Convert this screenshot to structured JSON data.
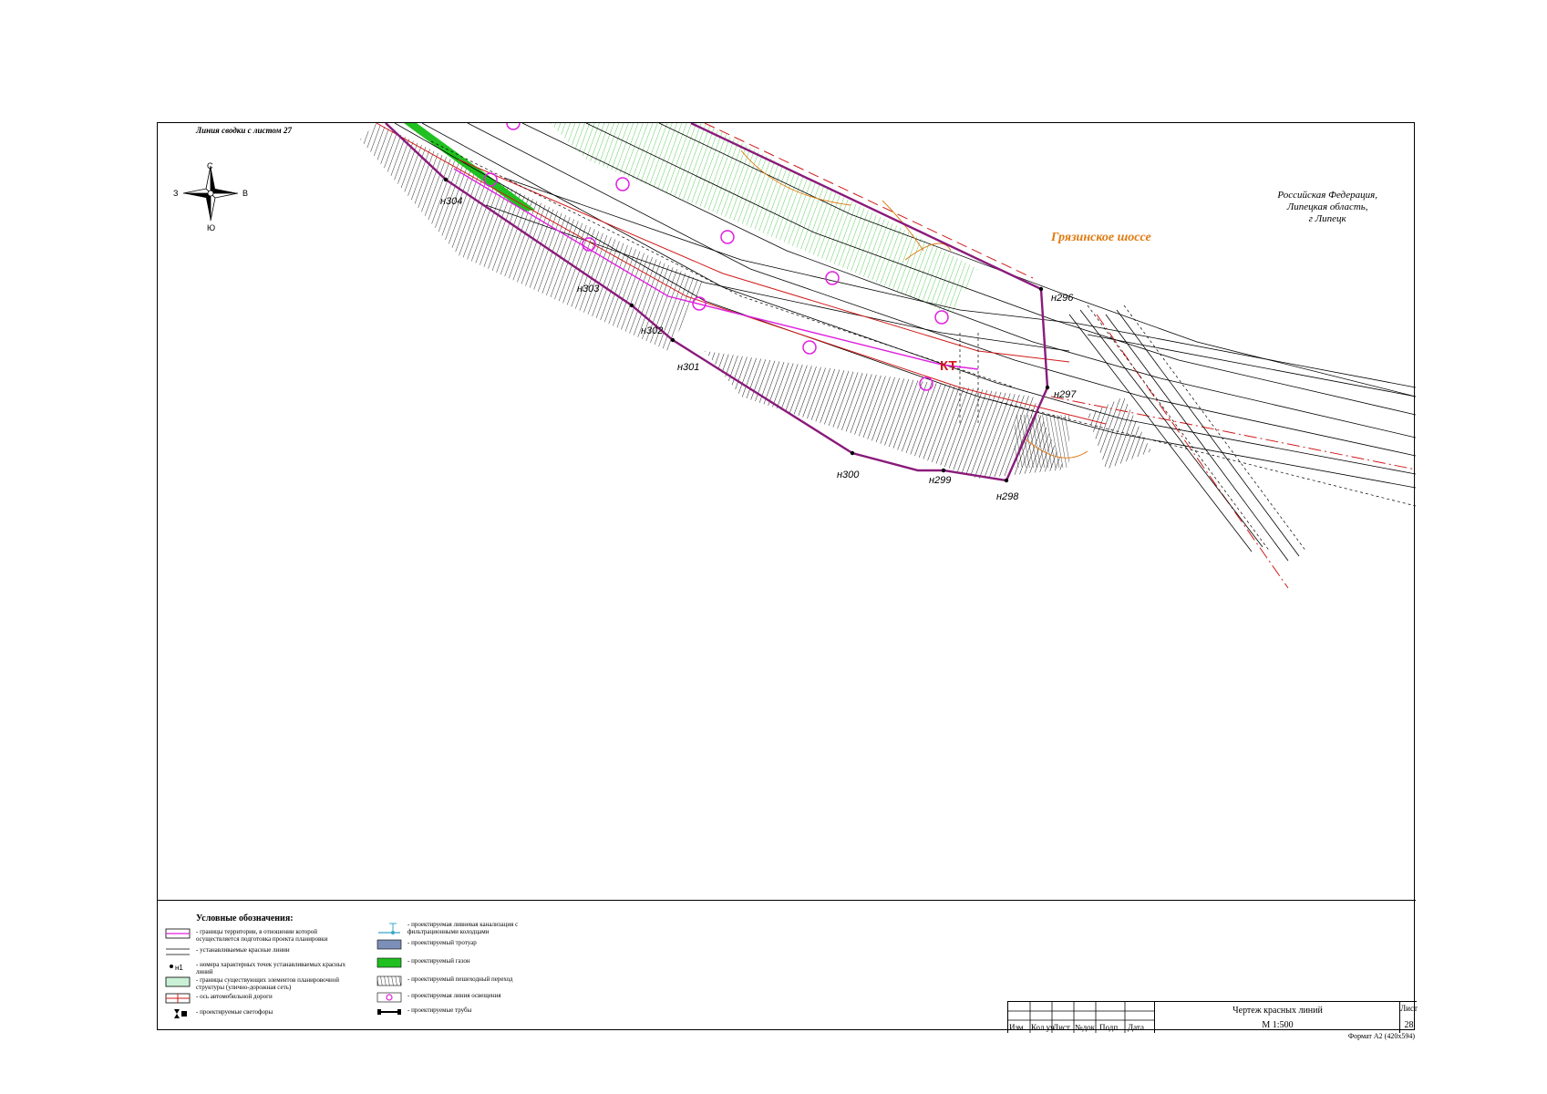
{
  "header": {
    "match_line": "Линия сводки с листом 27",
    "region_lines": [
      "Российская Федерация,",
      "Липецкая область,",
      "г Липецк"
    ],
    "street_name": "Грязинское шоссе"
  },
  "compass": {
    "north": "С",
    "south": "Ю",
    "west": "З",
    "east": "В"
  },
  "map_labels": {
    "points": [
      "н296",
      "н297",
      "н298",
      "н299",
      "н300",
      "н301",
      "н302",
      "н303",
      "н304"
    ],
    "kt_mark": "КТ"
  },
  "legend": {
    "title": "Условные обозначения:",
    "items": [
      "- границы территории, в отношении которой осуществляется подготовка проекта планировки",
      "- устанавливаемые красные линии",
      "- номера характерных точек устанавливаемых красных линий",
      "- границы существующих элементов планировочной структуры (улично-дорожная сеть)",
      "- ось автомобильной дороги",
      "- проектируемые светофоры",
      "- проектируемая ливневая канализация с фильтрационными колодцами",
      "- проектируемый тротуар",
      "- проектируемый газон",
      "- проектируемый пешеходный переход",
      "- проектируемая линия освещения",
      "- проектируемые трубы"
    ],
    "point_symbol_label": "н1"
  },
  "title_block": {
    "columns": [
      "Изм.",
      "Кол.уч",
      "Лист",
      "№док",
      "Подп.",
      "Дата"
    ],
    "drawing_title": "Чертеж красных линий",
    "scale": "М 1:500",
    "sheet_label": "Лист",
    "sheet_number": "28"
  },
  "format": "Формат А2 (420х594)",
  "colors": {
    "boundary": "#8a1a7a",
    "red_line": "#d11a1a",
    "lawn": "#20c020",
    "lawn_hatch": "#7fe07f",
    "lighting": "#e020e0",
    "street_label": "#e07a10"
  }
}
